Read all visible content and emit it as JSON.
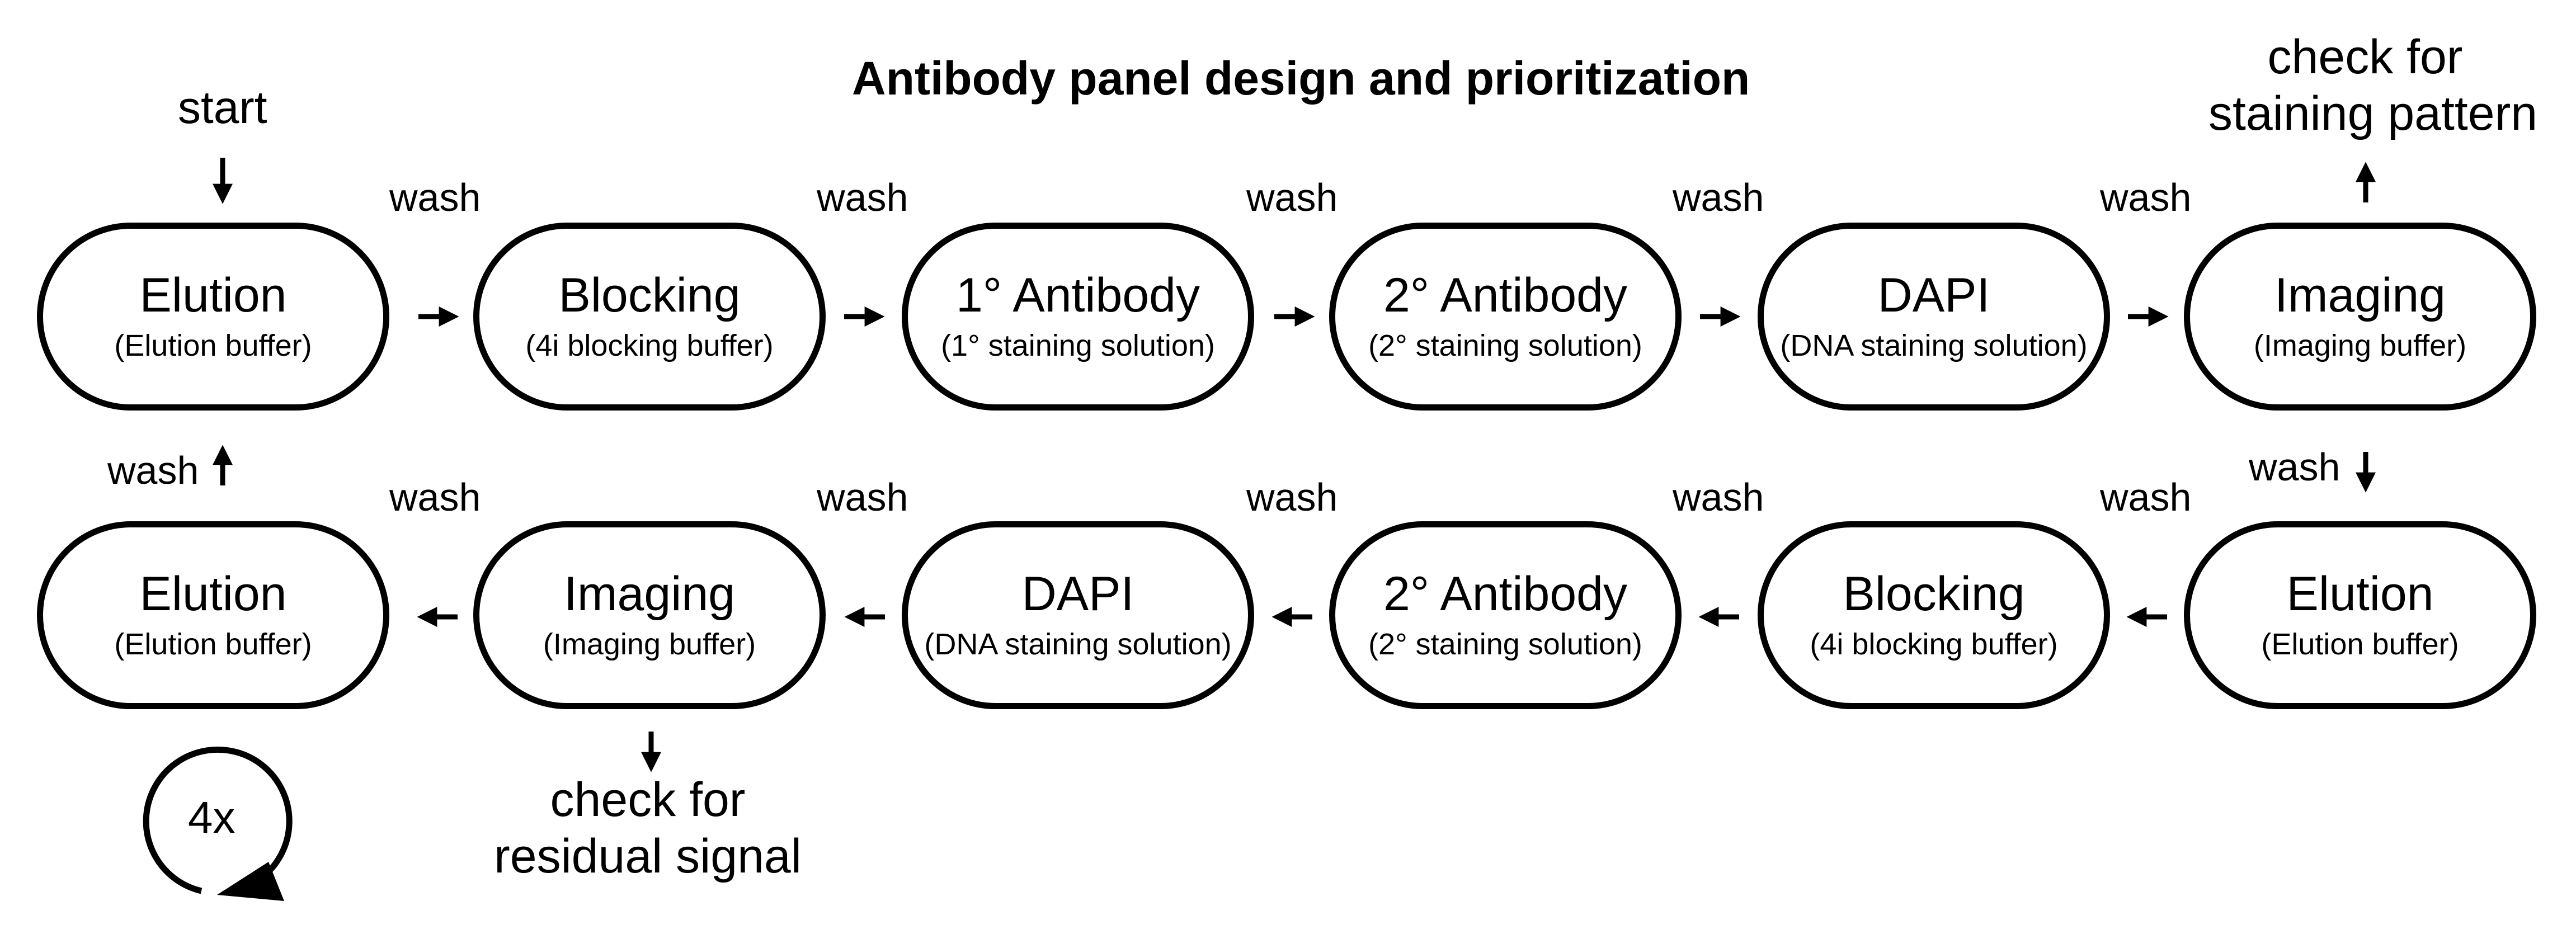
{
  "title": "Antibody panel design and prioritization",
  "start_label": "start",
  "wash_label": "wash",
  "check_staining": [
    "check for",
    "staining pattern"
  ],
  "check_residual": [
    "check for",
    "residual signal"
  ],
  "repeat_label": "4x",
  "row1": [
    {
      "title": "Elution",
      "sub": "(Elution buffer)"
    },
    {
      "title": "Blocking",
      "sub": "(4i blocking buffer)"
    },
    {
      "title": "1° Antibody",
      "sub": "(1° staining solution)"
    },
    {
      "title": "2° Antibody",
      "sub": "(2° staining solution)"
    },
    {
      "title": "DAPI",
      "sub": "(DNA staining solution)"
    },
    {
      "title": "Imaging",
      "sub": "(Imaging buffer)"
    }
  ],
  "row2": [
    {
      "title": "Elution",
      "sub": "(Elution buffer)"
    },
    {
      "title": "Imaging",
      "sub": "(Imaging buffer)"
    },
    {
      "title": "DAPI",
      "sub": "(DNA staining solution)"
    },
    {
      "title": "2° Antibody",
      "sub": "(2° staining solution)"
    },
    {
      "title": "Blocking",
      "sub": "(4i blocking buffer)"
    },
    {
      "title": "Elution",
      "sub": "(Elution buffer)"
    }
  ]
}
